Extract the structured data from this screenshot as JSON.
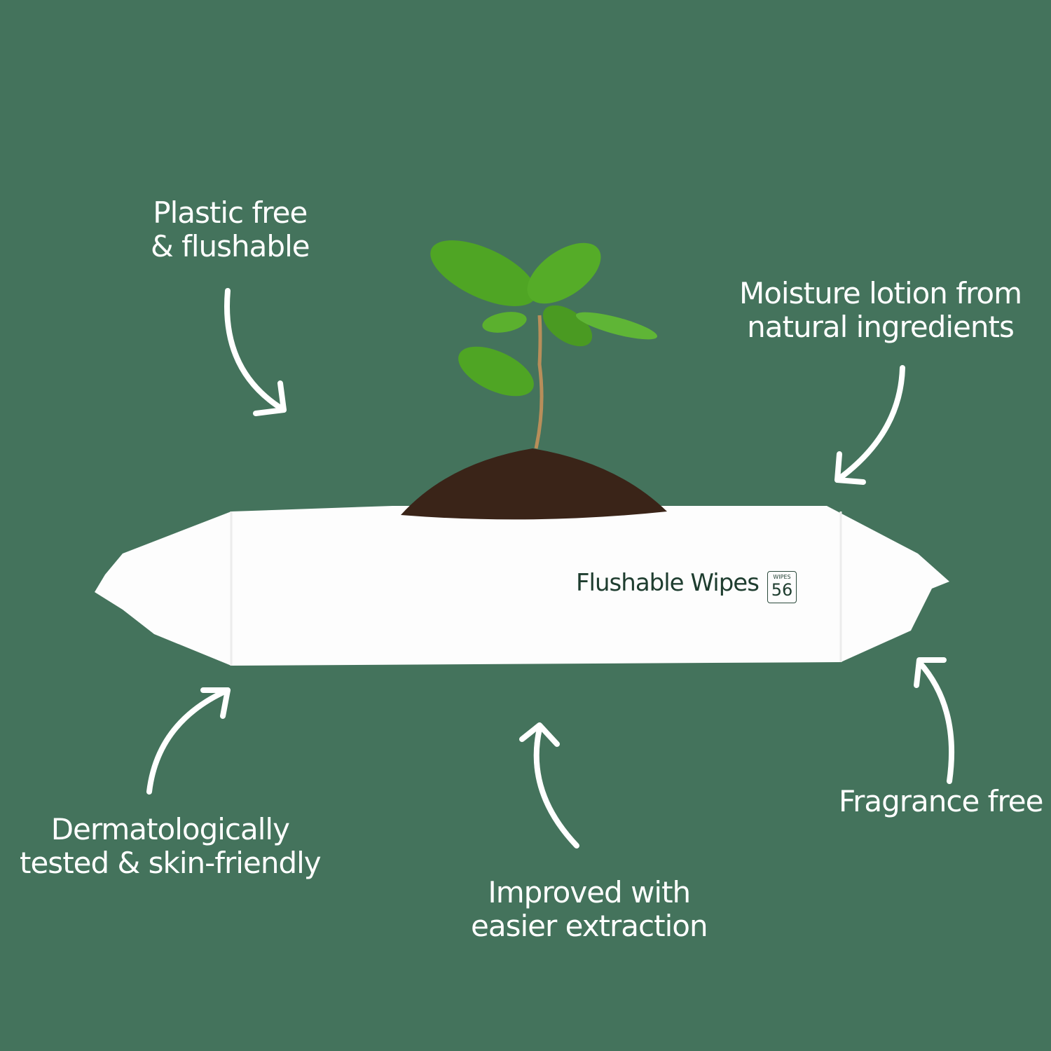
{
  "features": {
    "plastic_free": [
      "Plastic free",
      "& flushable"
    ],
    "moisture": [
      "Moisture lotion from",
      "natural ingredients"
    ],
    "dermatological": [
      "Dermatologically",
      "tested & skin-friendly"
    ],
    "extraction": [
      "Improved with",
      "easier extraction"
    ],
    "fragrance": [
      "Fragrance free"
    ]
  },
  "package": {
    "brand_text": "Flushable Wipes",
    "badge_label": "WIPES",
    "badge_count": "56"
  },
  "colors": {
    "background": "#44735c",
    "package": "#ffffff",
    "soil": "#3a2418",
    "leaf": "#4fa524"
  }
}
